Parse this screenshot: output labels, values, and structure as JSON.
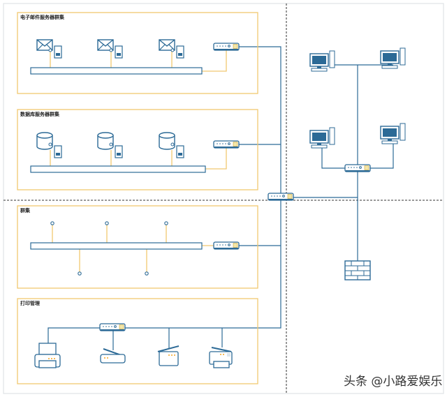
{
  "groups": [
    {
      "label": "电子邮件服务器群集",
      "device": "mail-server"
    },
    {
      "label": "数据库服务器群集",
      "device": "database-server"
    },
    {
      "label": "群集",
      "device": "cluster-node"
    },
    {
      "label": "打印管理",
      "device": "printer"
    }
  ],
  "watermark": "头条 @小路爱娱乐",
  "colors": {
    "line": "#2c6a96",
    "group_border": "#f0c870",
    "link": "#f0c870",
    "divider": "#333333",
    "accent": "#f5a623"
  }
}
